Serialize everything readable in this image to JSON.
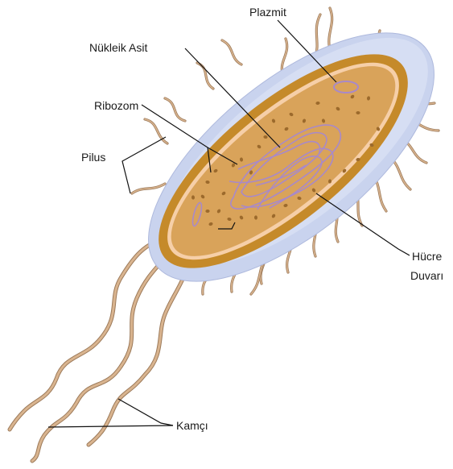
{
  "labels": {
    "plasmid": "Plazmit",
    "nucleic_acid": "Nükleik Asit",
    "ribosome": "Ribozom",
    "pilus": "Pilus",
    "cell_wall_line1": "Hücre",
    "cell_wall_line2": "Duvarı",
    "flagellum": "Kamçı"
  },
  "colors": {
    "capsule": "#c9d3ee",
    "capsule_edge": "#e6ebf8",
    "cell_wall": "#c58a2a",
    "membrane": "#f6cfa8",
    "cytoplasm": "#d9a35a",
    "ribosome": "#9c6a2c",
    "dna": "#a889c9",
    "appendage": "#d9b48f",
    "appendage_edge": "#9c7a5a",
    "leader": "#111111"
  }
}
